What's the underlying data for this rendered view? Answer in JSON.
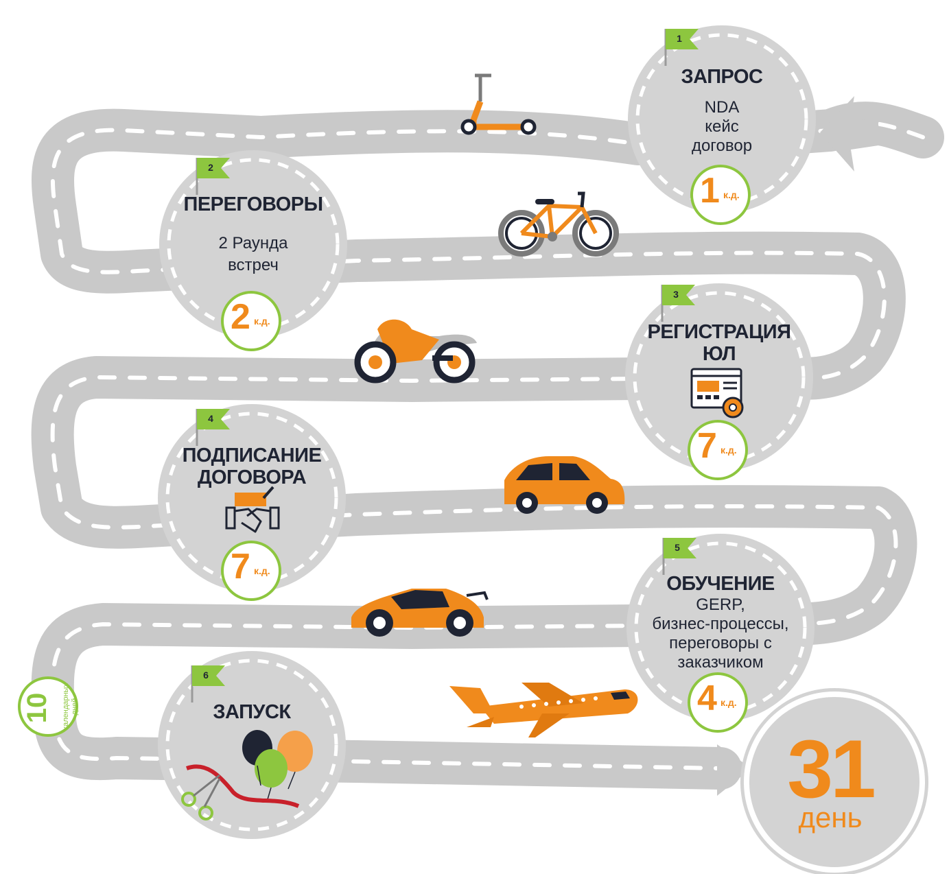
{
  "steps": [
    {
      "num": "1",
      "title": "ЗАПРОС",
      "lines": [
        "NDA",
        "кейс",
        "договор"
      ],
      "days": "1",
      "unit": "к.д."
    },
    {
      "num": "2",
      "title": "ПЕРЕГОВОРЫ",
      "lines": [
        "2 Раунда",
        "встреч"
      ],
      "days": "2",
      "unit": "к.д."
    },
    {
      "num": "3",
      "title_lines": [
        "РЕГИСТРАЦИЯ",
        "ЮЛ"
      ],
      "icon": "web-settings-icon",
      "days": "7",
      "unit": "к.д."
    },
    {
      "num": "4",
      "title_lines": [
        "ПОДПИСАНИЕ",
        "ДОГОВОРА"
      ],
      "icon": "handshake-icon",
      "days": "7",
      "unit": "к.д."
    },
    {
      "num": "5",
      "title": "ОБУЧЕНИЕ",
      "lines": [
        "GERP,",
        "бизнес-процессы,",
        "переговоры с",
        "заказчиком"
      ],
      "days": "4",
      "unit": "к.д."
    },
    {
      "num": "6",
      "title": "ЗАПУСК",
      "icon": "balloons-ribbon-icon"
    }
  ],
  "buffer": {
    "num": "10",
    "label_lines": [
      "календарных",
      "дней"
    ]
  },
  "total": {
    "num": "31",
    "label": "день"
  },
  "vehicles": [
    "scooter-icon",
    "bicycle-icon",
    "motorcycle-icon",
    "car-icon",
    "sports-car-icon",
    "airplane-icon"
  ],
  "colors": {
    "road": "#c9c9c9",
    "orange": "#f08a1c",
    "green": "#8dc63f",
    "dark": "#1f2433",
    "circle": "#d3d3d3"
  }
}
